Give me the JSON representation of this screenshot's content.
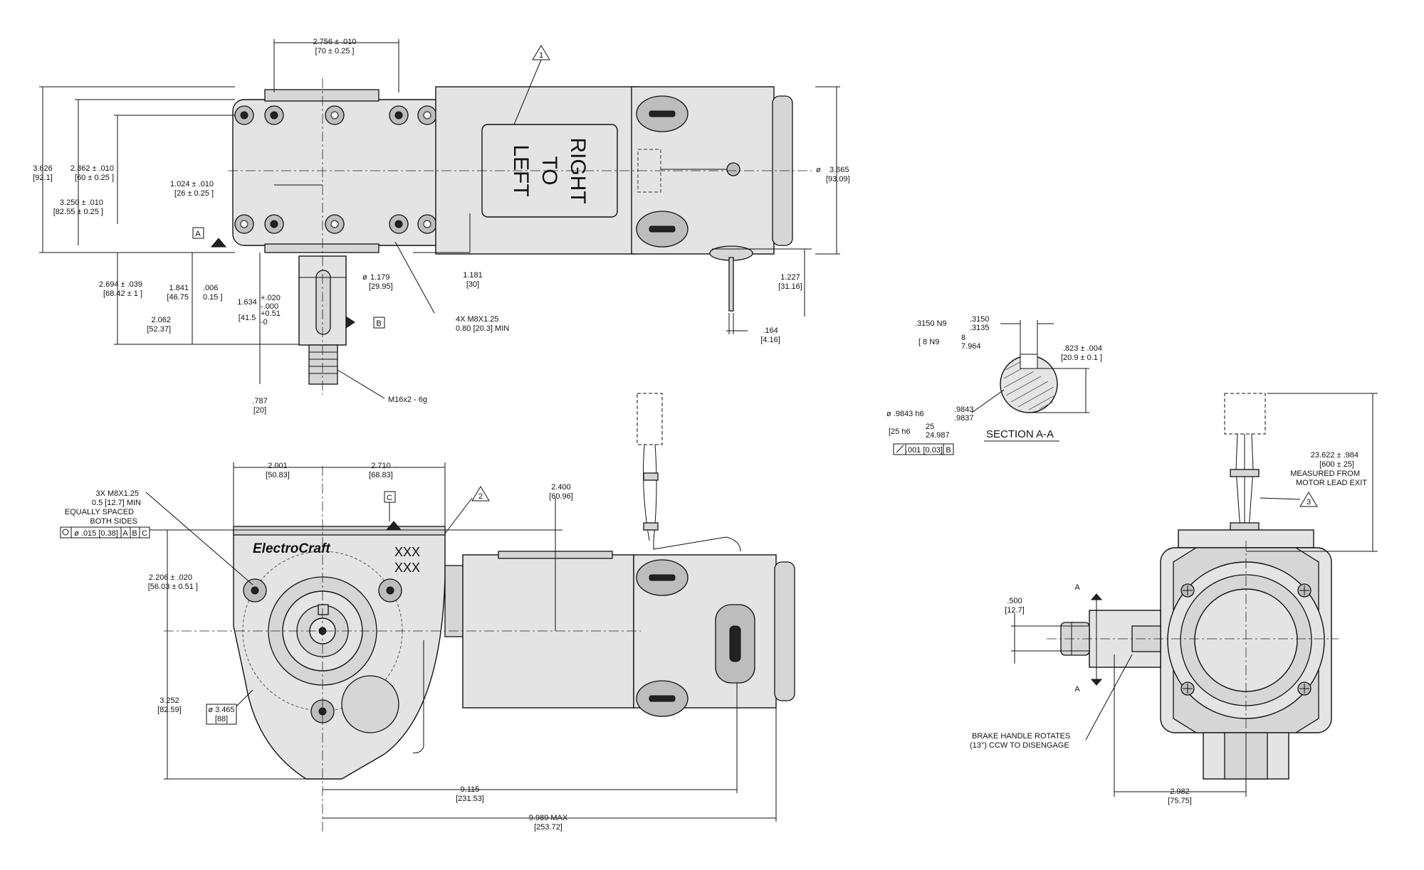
{
  "top_view": {
    "dim_width": "2.756 ± .010",
    "dim_width_mm": "[70 ± 0.25 ]",
    "dim_height": "3.626",
    "dim_height_mm": "[92.1]",
    "dim_bolt_v": "2.362 ± .010",
    "dim_bolt_v_mm": "[60 ± 0.25 ]",
    "dim_bolt_h": "1.024 ± .010",
    "dim_bolt_h_mm": "[26 ± 0.25 ]",
    "dim_face": "3.250 ± .010",
    "dim_face_mm": "[82.55 ± 0.25 ]",
    "dim_shaft_total": "2.694 ± .039",
    "dim_shaft_total_mm": "[68.42 ± 1 ]",
    "dim_shaft_1841": "1.841",
    "dim_shaft_1841_tol": ".006",
    "dim_shaft_1841_mm": "[46.75",
    "dim_shaft_1841_mm_tol": "0.15 ]",
    "dim_shaft_1634": "1.634",
    "dim_shaft_1634_plus": "+.020",
    "dim_shaft_1634_minus": "-.000",
    "dim_shaft_1634_mm": "[41.5",
    "dim_shaft_1634_mm_plus": "+0.51",
    "dim_shaft_1634_mm_minus": "-0",
    "dim_2062": "2.062",
    "dim_2062_mm": "[52.37]",
    "dim_1179": "1.179",
    "dim_1179_mm": "[29.95]",
    "dim_0787": ".787",
    "dim_0787_mm": "[20]",
    "dim_1181": "1.181",
    "dim_1181_mm": "[30]",
    "dim_3665": "3.665",
    "dim_3665_mm": "[93.09]",
    "dim_1227": "1.227",
    "dim_1227_mm": "[31.16]",
    "dim_0164": ".164",
    "dim_0164_mm": "[4.16]",
    "note_mounting": "4X M8X1.25",
    "note_mounting_depth": "0.80 [20.3] MIN",
    "note_thread": "M16x2 - 6g",
    "label_text_1": "LEFT",
    "label_text_2": "TO",
    "label_text_3": "RIGHT",
    "datum_a": "A",
    "datum_b": "B",
    "flag_1": "1",
    "phi": "ø"
  },
  "section": {
    "title": "SECTION A-A",
    "key_width": ".3150 N9",
    "key_width_tol_hi": ".3150",
    "key_width_tol_lo": ".3135",
    "key_width_mm": "[ 8 N9",
    "key_width_mm_hi": "8",
    "key_width_mm_lo": "7.964",
    "key_height": ".823 ± .004",
    "key_height_mm": "[20.9 ± 0.1 ]",
    "shaft_dia": "ø .9843  h6",
    "shaft_dia_hi": ".9843",
    "shaft_dia_lo": ".9837",
    "shaft_dia_mm": "[25  h6",
    "shaft_dia_mm_hi": "25",
    "shaft_dia_mm_lo": "24.987",
    "runout": ".001 [0.03]",
    "runout_datum": "B"
  },
  "front_view": {
    "brand": "ElectroCraft",
    "xxx_1": "XXX",
    "xxx_2": "XXX",
    "note_holes": "3X M8X1.25",
    "note_holes_depth": "0.5 [12.7] MIN",
    "note_holes_2": "EQUALLY SPACED",
    "note_holes_3": "BOTH SIDES",
    "fcf_tol": "ø .015 [0.38]",
    "fcf_a": "A",
    "fcf_b": "B",
    "fcf_c": "C",
    "dim_2001": "2.001",
    "dim_2001_mm": "[50.83]",
    "dim_2710": "2.710",
    "dim_2710_mm": "[68.83]",
    "dim_2400": "2.400",
    "dim_2400_mm": "[60.96]",
    "dim_2206": "2.206 ± .020",
    "dim_2206_mm": "[56.03 ± 0.51 ]",
    "dim_3252": "3.252",
    "dim_3252_mm": "[82.59]",
    "dim_3465": "ø 3.465",
    "dim_3465_mm": "[88]",
    "dim_9115": "9.115",
    "dim_9115_mm": "[231.53]",
    "dim_9989": "9.989 MAX",
    "dim_9989_mm": "[253.72]",
    "datum_c": "C",
    "flag_2": "2"
  },
  "side_view": {
    "dim_lead": "23.622 ± .984",
    "dim_lead_mm": "[600 ± 25]",
    "lead_note_1": "MEASURED FROM",
    "lead_note_2": "MOTOR LEAD EXIT",
    "dim_0500": ".500",
    "dim_0500_mm": "[12.7]",
    "section_a_top": "A",
    "section_a_bottom": "A",
    "brake_note_1": "BRAKE HANDLE ROTATES",
    "brake_note_2": "(13°) CCW TO DISENGAGE",
    "dim_2982": "2.982",
    "dim_2982_mm": "[75.75]",
    "flag_3": "3"
  }
}
